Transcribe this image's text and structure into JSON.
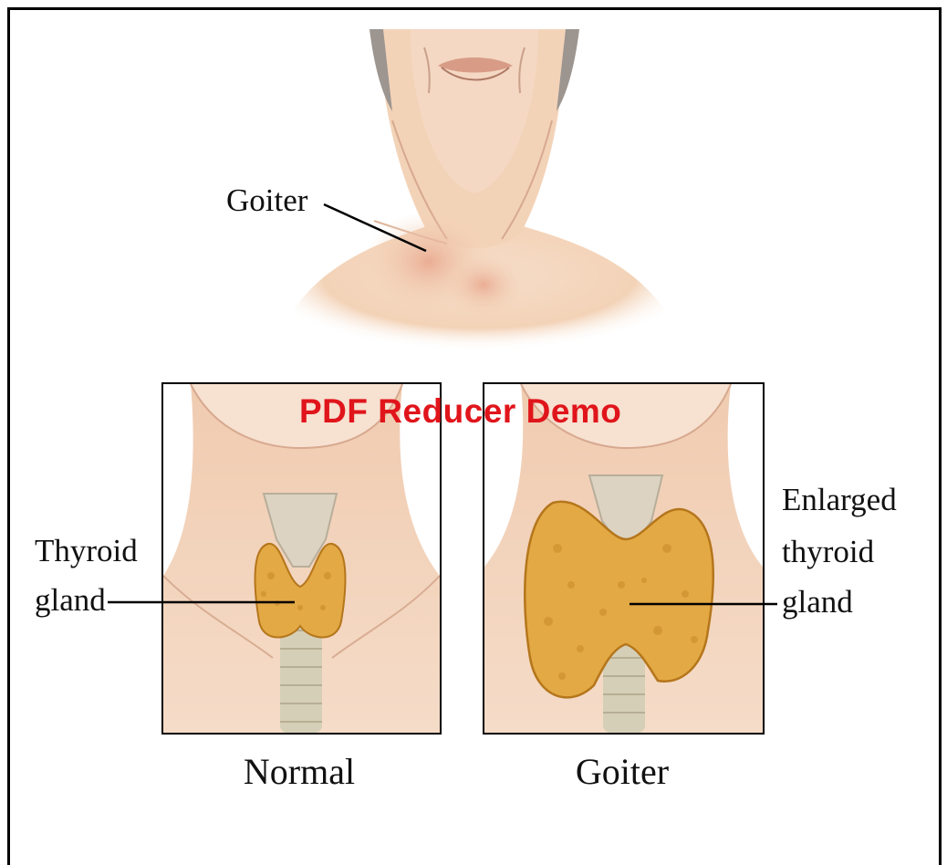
{
  "labels": {
    "goiter_top": "Goiter",
    "thyroid_line1": "Thyroid",
    "thyroid_line2": "gland",
    "enlarged_line1": "Enlarged",
    "enlarged_line2": "thyroid",
    "enlarged_line3": "gland"
  },
  "captions": {
    "normal": "Normal",
    "goiter": "Goiter"
  },
  "watermark": "PDF Reducer Demo",
  "colors": {
    "skin": "#f3d3b8",
    "skin_shadow": "#d9a88a",
    "gland": "#e2a944",
    "gland_dark": "#b5761c",
    "watermark": "#e0151b"
  }
}
